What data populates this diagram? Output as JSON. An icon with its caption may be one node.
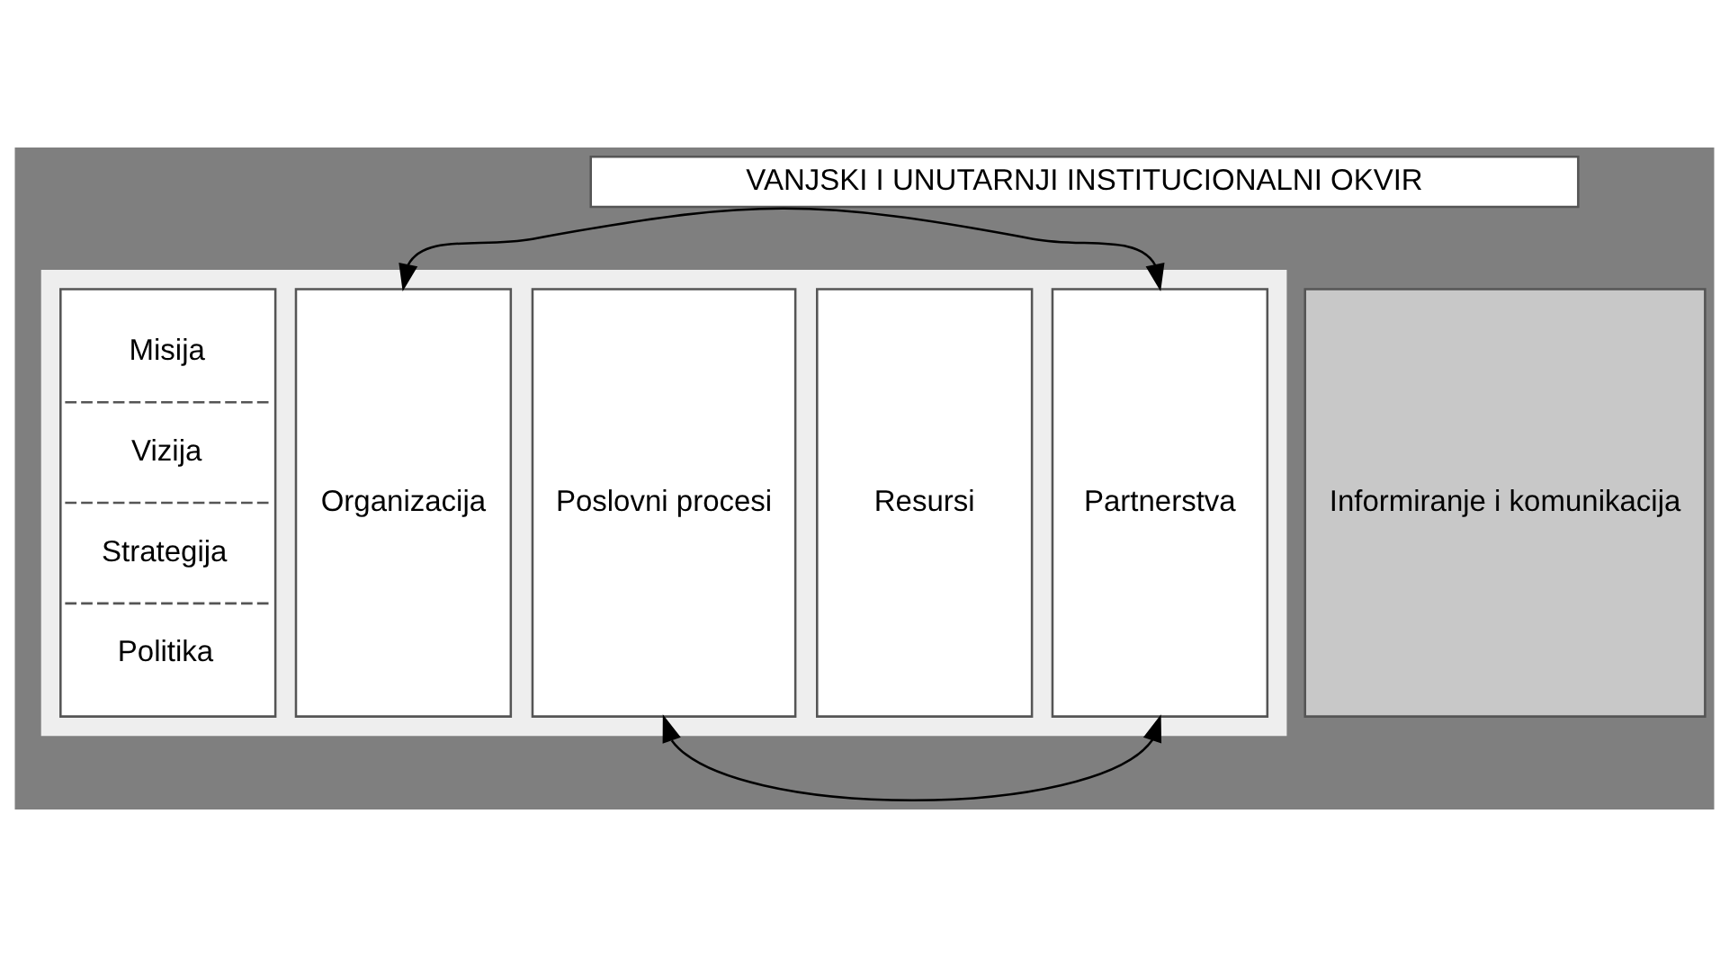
{
  "diagram": {
    "nodes": [
      {
        "text": [
          "VANJSKI I UNUTARNJI INSTITUCIONALNI OKVIR"
        ]
      },
      {
        "text": [],
        "shape": "box"
      },
      {
        "text": [
          "Misija",
          "Vizija",
          "Strategija",
          "Politika"
        ],
        "in": 1
      },
      {
        "text": [
          "Organizacija"
        ],
        "in": 1
      },
      {
        "text": [
          "Poslovni procesi"
        ],
        "in": 1
      },
      {
        "text": [
          "Resursi"
        ],
        "in": 1
      },
      {
        "text": [
          "Partnerstva"
        ],
        "in": 1
      },
      {
        "text": [
          "Informiranje i komunikacija"
        ]
      }
    ],
    "edges": [
      {
        "from": 3,
        "to": 6,
        "arrow": "both"
      },
      {
        "from": 4,
        "to": 6,
        "arrow": "both"
      }
    ]
  }
}
